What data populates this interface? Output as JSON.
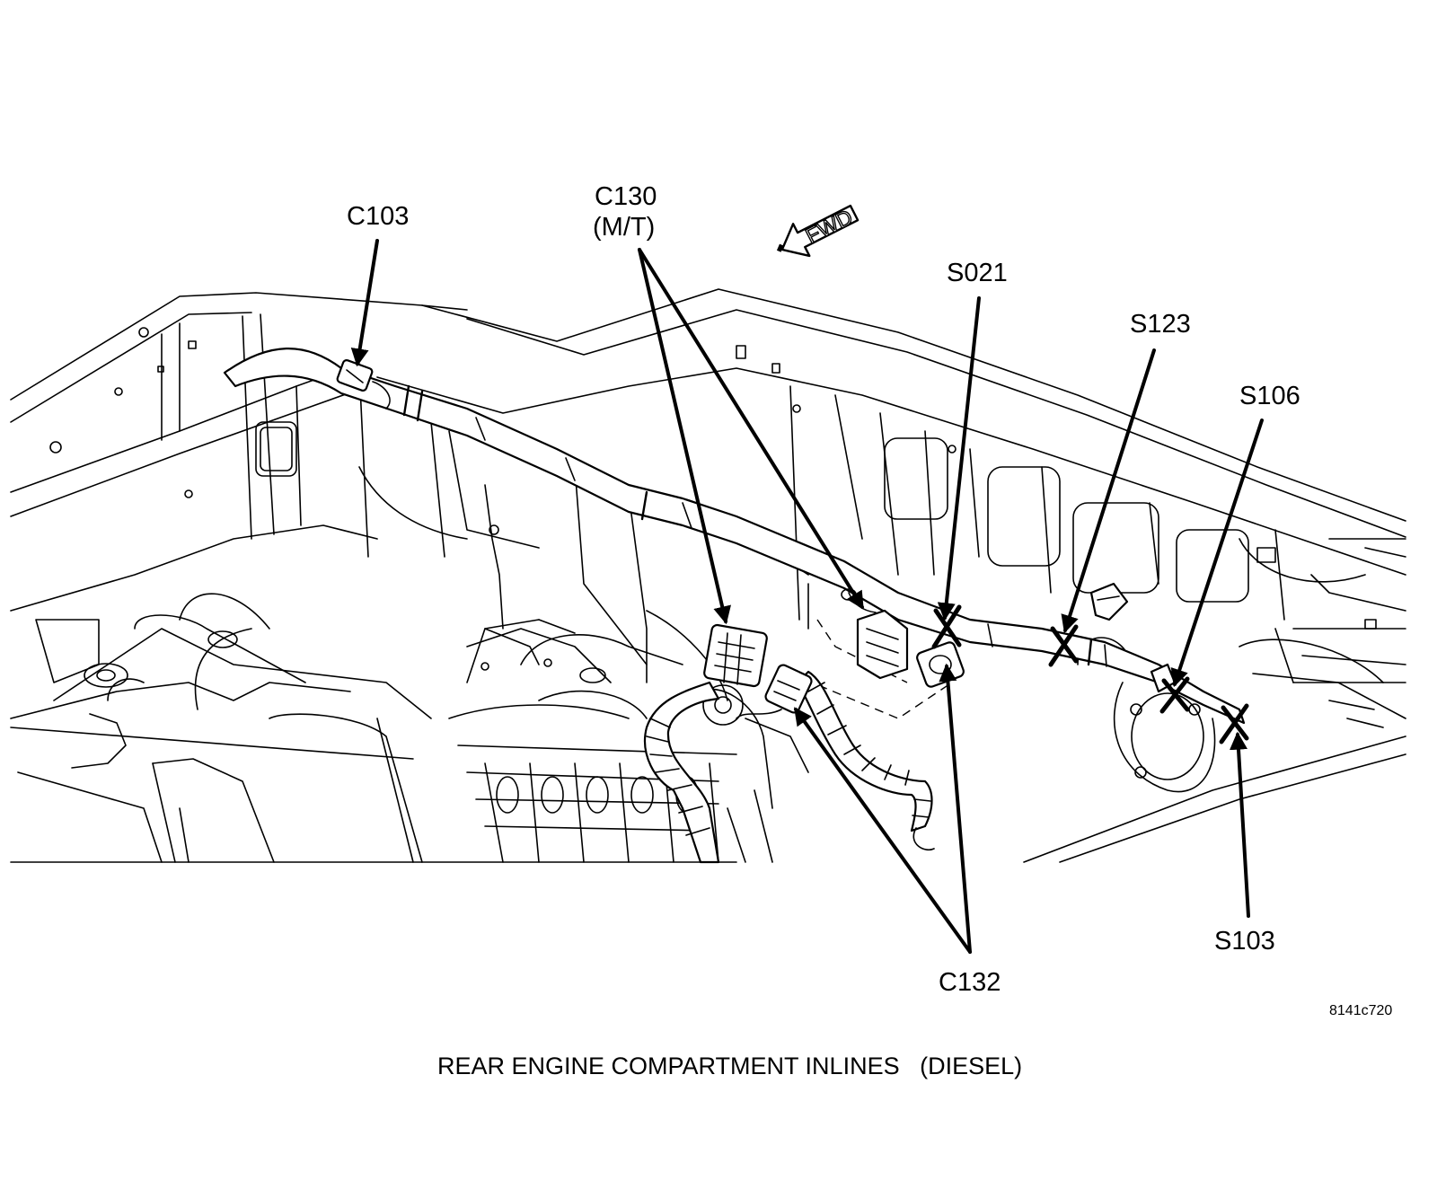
{
  "diagram": {
    "caption": "REAR ENGINE COMPARTMENT INLINES   (DIESEL)",
    "figure_id": "8141c720",
    "direction_arrow": {
      "icon": "forward-arrow-icon",
      "label": "FWD"
    },
    "callouts": {
      "c103": "C103",
      "c130_line1": "C130",
      "c130_line2": "(M/T)",
      "s021": "S021",
      "s123": "S123",
      "s106": "S106",
      "s103": "S103",
      "c132": "C132"
    }
  }
}
